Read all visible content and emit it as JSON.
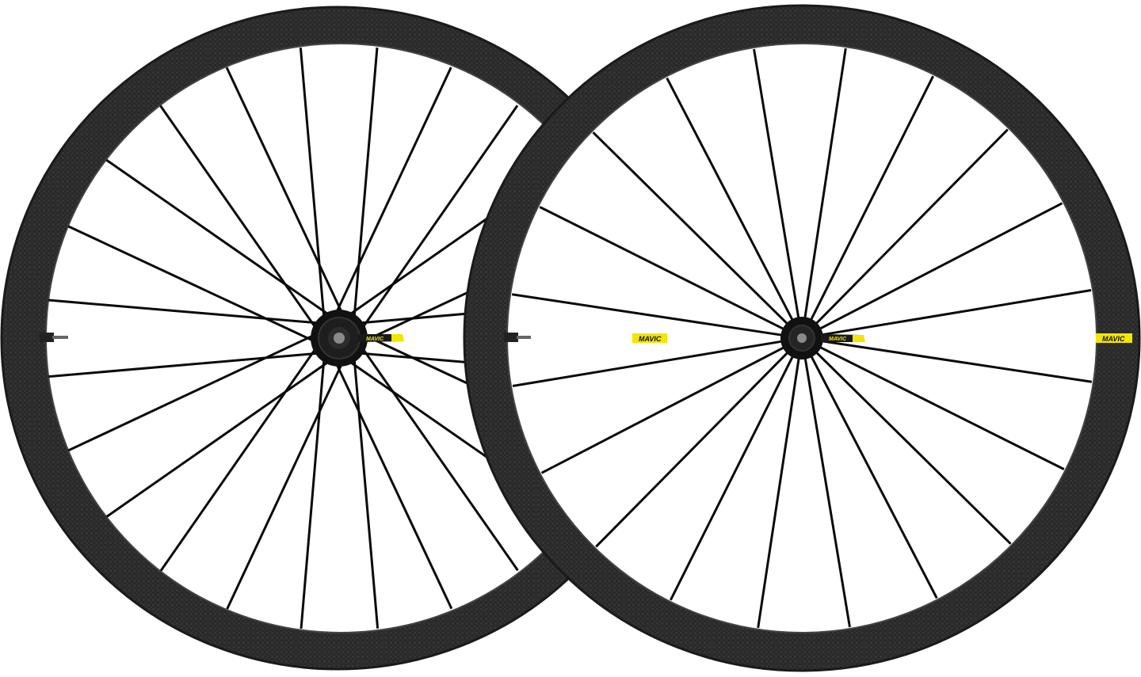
{
  "product": {
    "brand_mark": "MAVIC",
    "hub_mark": "MAVIC"
  },
  "wheels": [
    {
      "id": "rear",
      "spoke_count": 24,
      "has_cassette_body": true
    },
    {
      "id": "front",
      "spoke_count": 20,
      "has_cassette_body": false
    }
  ],
  "colors": {
    "background": "#ffffff",
    "rim": "#2b2b2b",
    "rim_highlight": "#5a5a5a",
    "spoke": "#0a0a0a",
    "hub": "#1a1a1a",
    "accent_yellow": "#f2e600"
  }
}
